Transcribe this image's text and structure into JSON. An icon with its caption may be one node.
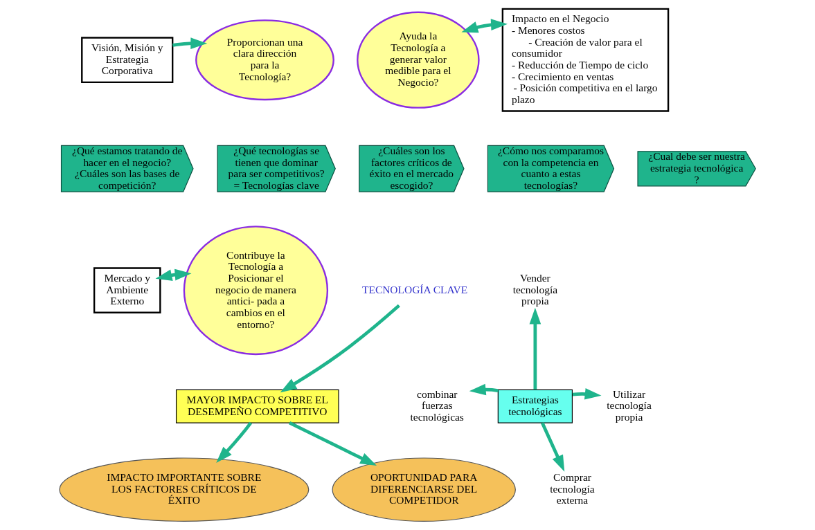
{
  "diagram": {
    "nodes": [
      {
        "text": [
          "Visión, Misión y Estrategia Corporativa"
        ]
      },
      {
        "text": [
          "Proporcionan una clara dirección para la Tecnología?"
        ]
      },
      {
        "text": [
          "Ayuda la Tecnología a generar valor medible para el Negocio?"
        ]
      },
      {
        "text": [
          "Impacto en el Negocio",
          "- Menores costos",
          "- Creación de valor para el consumidor",
          "- Reducción de Tiempo de ciclo",
          "- Crecimiento en ventas",
          "- Posición competitiva en el largo plazo"
        ]
      },
      {
        "text": [
          "¿Qué estamos tratando de hacer en el negocio? ¿Cuáles son las bases de competición?"
        ]
      },
      {
        "text": [
          "¿Qué tecnologías se tienen que dominar para ser competitivos? = Tecnologías clave"
        ]
      },
      {
        "text": [
          "¿Cuáles son los factores críticos de éxito en el mercado escogido?"
        ]
      },
      {
        "text": [
          "¿Cómo nos comparamos con la competencia en cuanto a estas tecnologías?"
        ]
      },
      {
        "text": [
          "¿Cual debe ser nuestra estrategia tecnológica ?"
        ]
      },
      {
        "text": [
          "Mercado y Ambiente Externo"
        ]
      },
      {
        "text": [
          "Contribuye la Tecnología a Posicionar el negocio de manera antici- pada a cambios en el entorno?"
        ]
      },
      {
        "text": [
          "TECNOLOGÍA CLAVE"
        ]
      },
      {
        "text": [
          "MAYOR IMPACTO SOBRE EL DESEMPEÑO COMPETITIVO"
        ]
      },
      {
        "text": [
          "IMPACTO IMPORTANTE SOBRE LOS FACTORES CRÍTICOS DE ÉXITO"
        ]
      },
      {
        "text": [
          "OPORTUNIDAD PARA DIFERENCIARSE DEL COMPETIDOR"
        ]
      },
      {
        "text": [
          "Estrategias tecnológicas"
        ]
      },
      {
        "text": [
          "Vender tecnología propia"
        ]
      },
      {
        "text": [
          "Utilizar tecnología propia"
        ]
      },
      {
        "text": [
          "Comprar tecnología externa"
        ]
      },
      {
        "text": [
          "combinar fuerzas tecnológicas"
        ]
      }
    ],
    "edges": [
      {
        "from": 0,
        "to": 1,
        "arrow": "to"
      },
      {
        "from": 2,
        "to": 3,
        "arrow": "both"
      },
      {
        "from": 9,
        "to": 10,
        "arrow": "both"
      },
      {
        "from": 11,
        "to": 12,
        "arrow": "to"
      },
      {
        "from": 12,
        "to": 13,
        "arrow": "to"
      },
      {
        "from": 12,
        "to": 14,
        "arrow": "to"
      },
      {
        "from": 15,
        "to": 16,
        "arrow": "to"
      },
      {
        "from": 15,
        "to": 17,
        "arrow": "to"
      },
      {
        "from": 15,
        "to": 18,
        "arrow": "to"
      },
      {
        "from": 15,
        "to": 19,
        "arrow": "to"
      }
    ]
  }
}
